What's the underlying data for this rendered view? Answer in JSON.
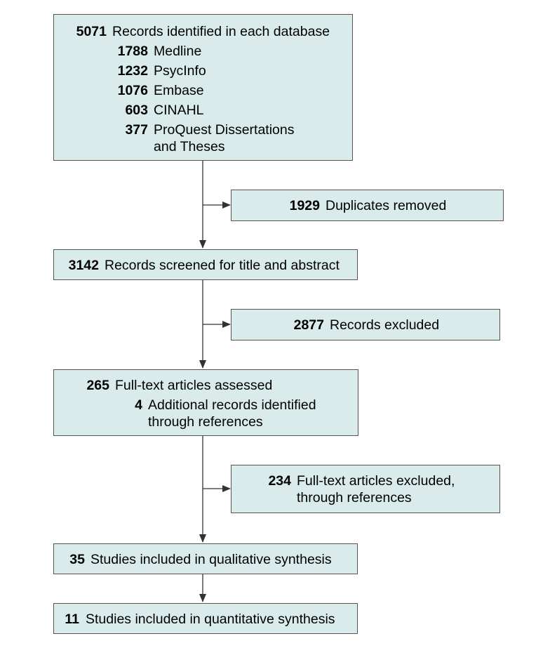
{
  "colors": {
    "box_fill": "#d9ebeb",
    "box_border": "#555555",
    "line": "#333333"
  },
  "identified": {
    "total": {
      "n": "5071",
      "label": "Records identified in each database"
    },
    "sources": [
      {
        "n": "1788",
        "label": "Medline"
      },
      {
        "n": "1232",
        "label": "PsycInfo"
      },
      {
        "n": "1076",
        "label": "Embase"
      },
      {
        "n": "603",
        "label": "CINAHL"
      },
      {
        "n": "377",
        "label": "ProQuest Dissertations",
        "label2": "and Theses"
      }
    ]
  },
  "duplicates": {
    "n": "1929",
    "label": "Duplicates removed"
  },
  "screened": {
    "n": "3142",
    "label": "Records screened for title and abstract"
  },
  "excluded": {
    "n": "2877",
    "label": "Records excluded"
  },
  "fulltext": {
    "assessed": {
      "n": "265",
      "label": "Full-text articles assessed"
    },
    "additional": {
      "n": "4",
      "label": "Additional records identified",
      "label2": "through references"
    }
  },
  "fulltext_excluded": {
    "n": "234",
    "label": "Full-text articles excluded,",
    "label2": "through references"
  },
  "qualitative": {
    "n": "35",
    "label": "Studies included in qualitative synthesis"
  },
  "quantitative": {
    "n": "11",
    "label": "Studies included in quantitative synthesis"
  }
}
